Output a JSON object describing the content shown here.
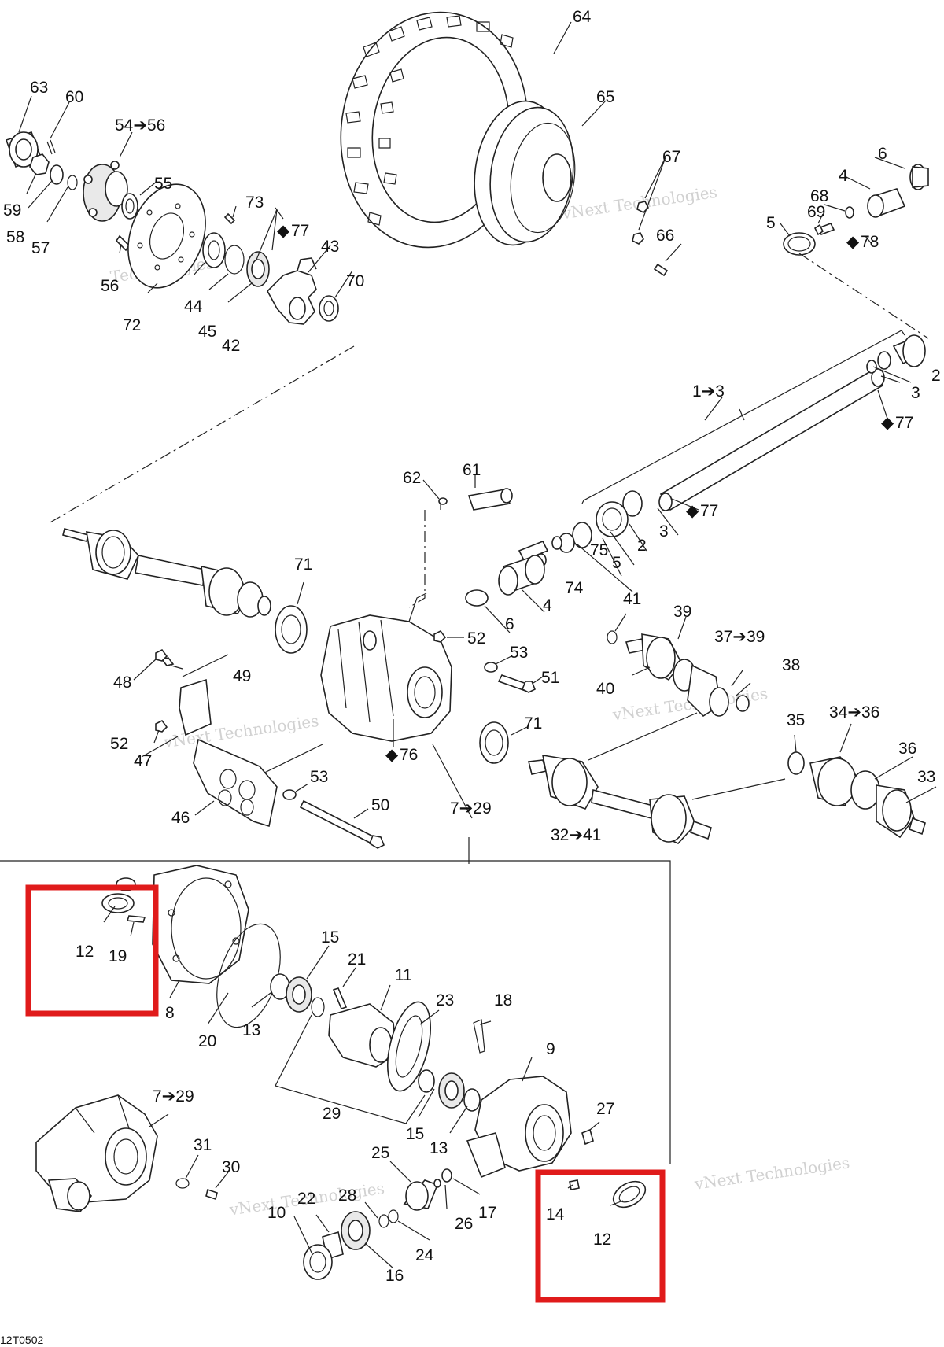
{
  "diagram": {
    "reference_code": "12T0502",
    "watermark_lines": [
      "vNext",
      "Technologies",
      "vNext Technologies"
    ],
    "grease_symbol": "◆",
    "callouts": {
      "c63": "63",
      "c60": "60",
      "c5456": "54➔56",
      "c55": "55",
      "c59": "59",
      "c58": "58",
      "c57": "57",
      "c56": "56",
      "c72": "72",
      "c73": "73",
      "c77a": "77",
      "c44": "44",
      "c45": "45",
      "c42": "42",
      "c43": "43",
      "c70": "70",
      "c64": "64",
      "c65": "65",
      "c67": "67",
      "c66": "66",
      "c6a": "6",
      "c4a": "4",
      "c68": "68",
      "c69": "69",
      "c5a": "5",
      "c78": "78",
      "c2a": "2",
      "c3a": "3",
      "c77b": "77",
      "c13": "1➔3",
      "c62": "62",
      "c61": "61",
      "c77c": "77",
      "c3b": "3",
      "c2b": "2",
      "c5b": "5",
      "c75": "75",
      "c74": "74",
      "c4b": "4",
      "c6b": "6",
      "c71a": "71",
      "c52a": "52",
      "c53a": "53",
      "c51": "51",
      "c48": "48",
      "c49": "49",
      "c52b": "52",
      "c47": "47",
      "c76": "76",
      "c46": "46",
      "c53b": "53",
      "c50": "50",
      "c729a": "7➔29",
      "c71b": "71",
      "c41": "41",
      "c39": "39",
      "c3739": "37➔39",
      "c38": "38",
      "c40": "40",
      "c35": "35",
      "c3436": "34➔36",
      "c36": "36",
      "c33": "33",
      "c3241": "32➔41",
      "c12a": "12",
      "c19": "19",
      "c8": "8",
      "c15a": "15",
      "c21": "21",
      "c11": "11",
      "c20": "20",
      "c13b": "13",
      "c23": "23",
      "c18": "18",
      "c9": "9",
      "c29": "29",
      "c15b": "15",
      "c13c": "13",
      "c27": "27",
      "c729b": "7➔29",
      "c31": "31",
      "c30": "30",
      "c25": "25",
      "c28": "28",
      "c22": "22",
      "c10": "10",
      "c26": "26",
      "c17": "17",
      "c24": "24",
      "c16": "16",
      "c14": "14",
      "c12b": "12"
    },
    "highlight_color": "#e01b1b"
  }
}
